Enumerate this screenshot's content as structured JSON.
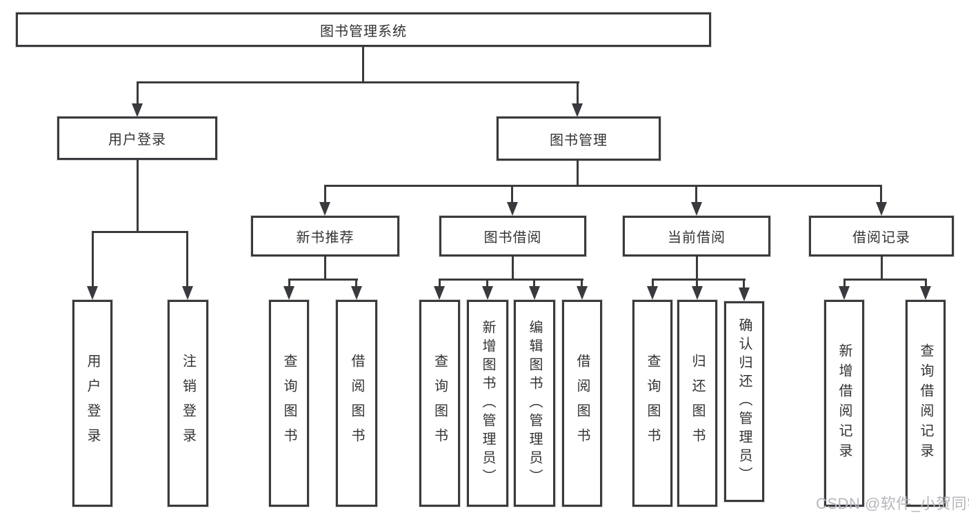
{
  "diagram_title": "图书管理系统",
  "watermark": "CSDN @软件_小贺同学",
  "colors": {
    "line": "#3A3A3E",
    "text": "#333333",
    "watermark": "#B6B6BC",
    "background": "#FFFFFF"
  },
  "nodes": {
    "root": "图书管理系统",
    "user_login": "用户登录",
    "book_mgmt": "图书管理",
    "new_book_rec": "新书推荐",
    "book_borrow": "图书借阅",
    "current_borrow": "当前借阅",
    "borrow_record": "借阅记录",
    "login": "用户登录",
    "logout": "注销登录",
    "rec_query_book": "查询图书",
    "rec_borrow_book": "借阅图书",
    "bor_query_book": "查询图书",
    "bor_add_book": "新增图书（管理员）",
    "bor_edit_book": "编辑图书（管理员）",
    "bor_borrow_book": "借阅图书",
    "cur_query_book": "查询图书",
    "cur_return_book": "归还图书",
    "cur_confirm_return": "确认归还（管理员）",
    "rec2_add_record": "新增借阅记录",
    "rec2_query_record": "查询借阅记录"
  }
}
